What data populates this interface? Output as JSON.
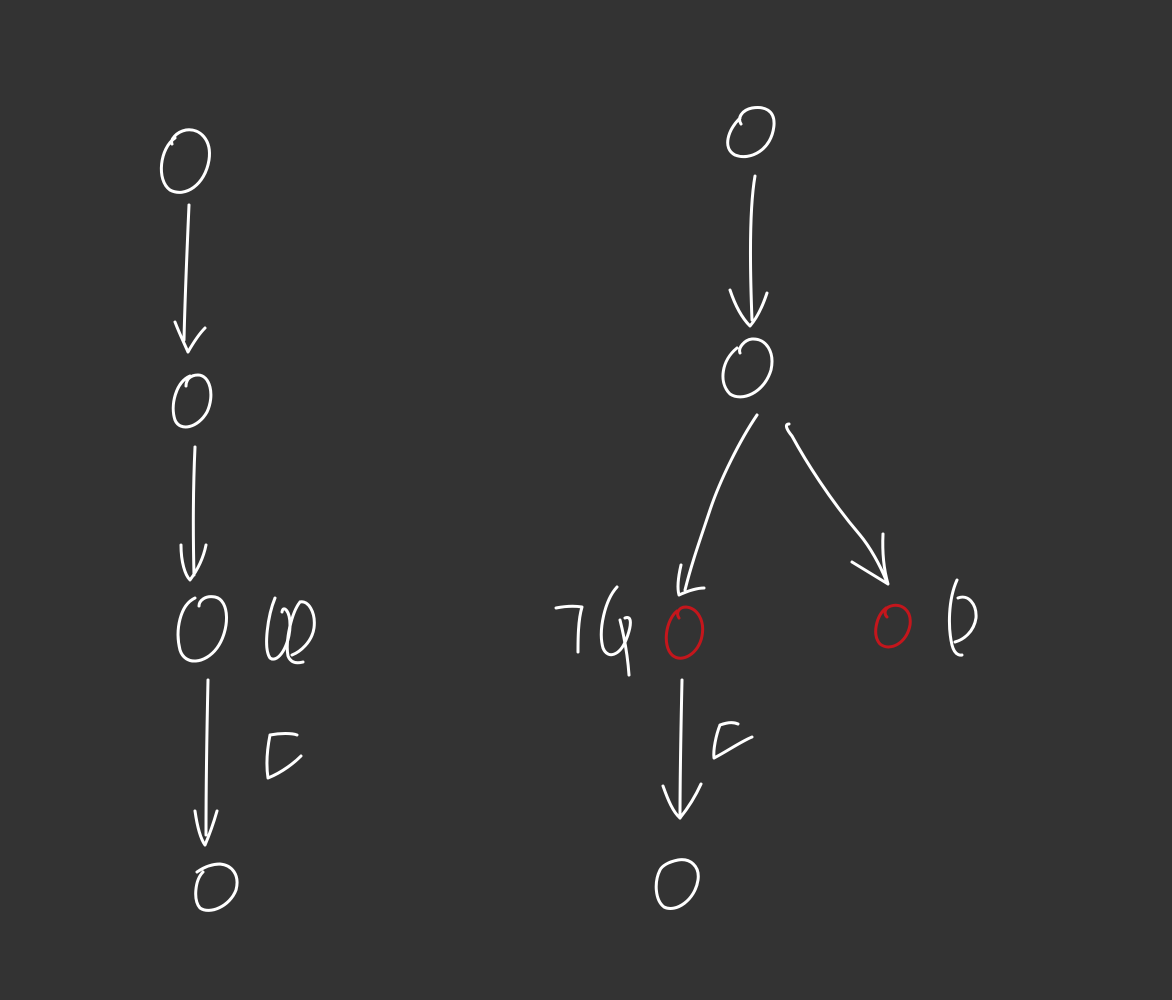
{
  "background_color": "#333333",
  "colors": {
    "ink": "#ffffff",
    "highlight": "#c4161c"
  },
  "diagrams": [
    {
      "id": "left-chain",
      "nodes": [
        {
          "id": "L1",
          "highlighted": false
        },
        {
          "id": "L2",
          "highlighted": false
        },
        {
          "id": "L3",
          "highlighted": false
        },
        {
          "id": "L4",
          "highlighted": false
        }
      ],
      "edges": [
        {
          "from": "L1",
          "to": "L2"
        },
        {
          "from": "L2",
          "to": "L3"
        },
        {
          "from": "L3",
          "to": "L4"
        }
      ]
    },
    {
      "id": "right-tree",
      "nodes": [
        {
          "id": "R1",
          "highlighted": false
        },
        {
          "id": "R2",
          "highlighted": false
        },
        {
          "id": "R3",
          "highlighted": true
        },
        {
          "id": "R4",
          "highlighted": true
        },
        {
          "id": "R5",
          "highlighted": false
        }
      ],
      "edges": [
        {
          "from": "R1",
          "to": "R2"
        },
        {
          "from": "R2",
          "to": "R3"
        },
        {
          "from": "R2",
          "to": "R4"
        },
        {
          "from": "R3",
          "to": "R5"
        }
      ]
    }
  ]
}
